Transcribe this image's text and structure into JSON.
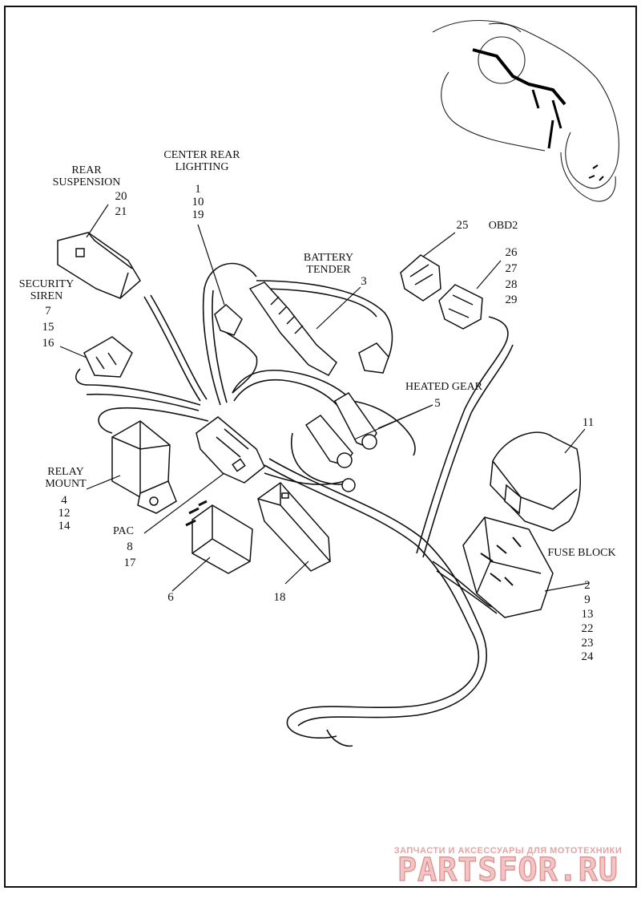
{
  "labels": {
    "rear_suspension": [
      "REAR",
      "SUSPENSION"
    ],
    "center_rear_lighting": [
      "CENTER REAR",
      "LIGHTING"
    ],
    "battery_tender": [
      "BATTERY",
      "TENDER"
    ],
    "security_siren": [
      "SECURITY",
      "SIREN"
    ],
    "obd2": "OBD2",
    "heated_gear": "HEATED GEAR",
    "relay_mount": [
      "RELAY",
      "MOUNT"
    ],
    "pac": "PAC",
    "fuse_block": "FUSE BLOCK"
  },
  "callouts": {
    "rear_suspension": [
      "20",
      "21"
    ],
    "center_rear_lighting": [
      "1",
      "10",
      "19"
    ],
    "battery_tender": [
      "3"
    ],
    "security_siren": [
      "7",
      "15",
      "16"
    ],
    "obd_left": [
      "25"
    ],
    "obd_right": [
      "26",
      "27",
      "28",
      "29"
    ],
    "heated_gear": [
      "5"
    ],
    "cover": [
      "11"
    ],
    "relay_mount": [
      "4",
      "12",
      "14"
    ],
    "pac": [
      "8",
      "17"
    ],
    "relay": [
      "6"
    ],
    "module": [
      "18"
    ],
    "fuse_block": [
      "2",
      "9",
      "13",
      "22",
      "23",
      "24"
    ]
  },
  "watermark": {
    "tagline": "ЗАПЧАСТИ И АКСЕССУАРЫ ДЛЯ МОТОТЕХНИКИ",
    "brand": "PARTSFOR.RU"
  },
  "colors": {
    "line": "#111111",
    "watermark": "#e8a3a3",
    "background": "#ffffff"
  }
}
